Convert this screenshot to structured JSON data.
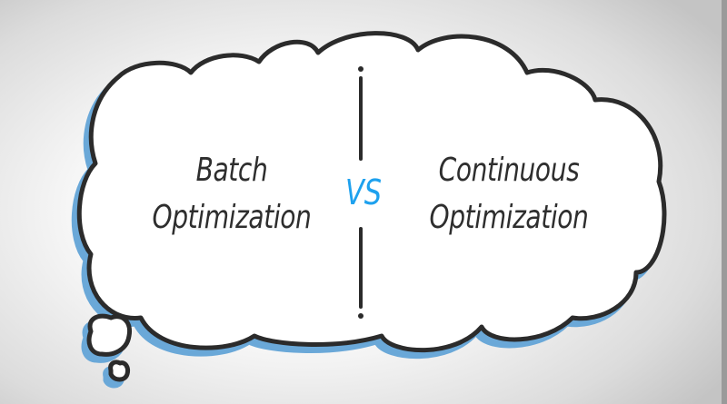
{
  "left": {
    "line1": "Batch",
    "line2": "Optimization"
  },
  "center": {
    "label": "VS"
  },
  "right": {
    "line1": "Continuous",
    "line2": "Optimization"
  },
  "colors": {
    "outline": "#2b2b2b",
    "shadow": "#6aa8d8",
    "vs": "#1ea1ee",
    "text": "#2e2e2e"
  },
  "icons": {
    "thought_bubble": "cloud-icon"
  }
}
